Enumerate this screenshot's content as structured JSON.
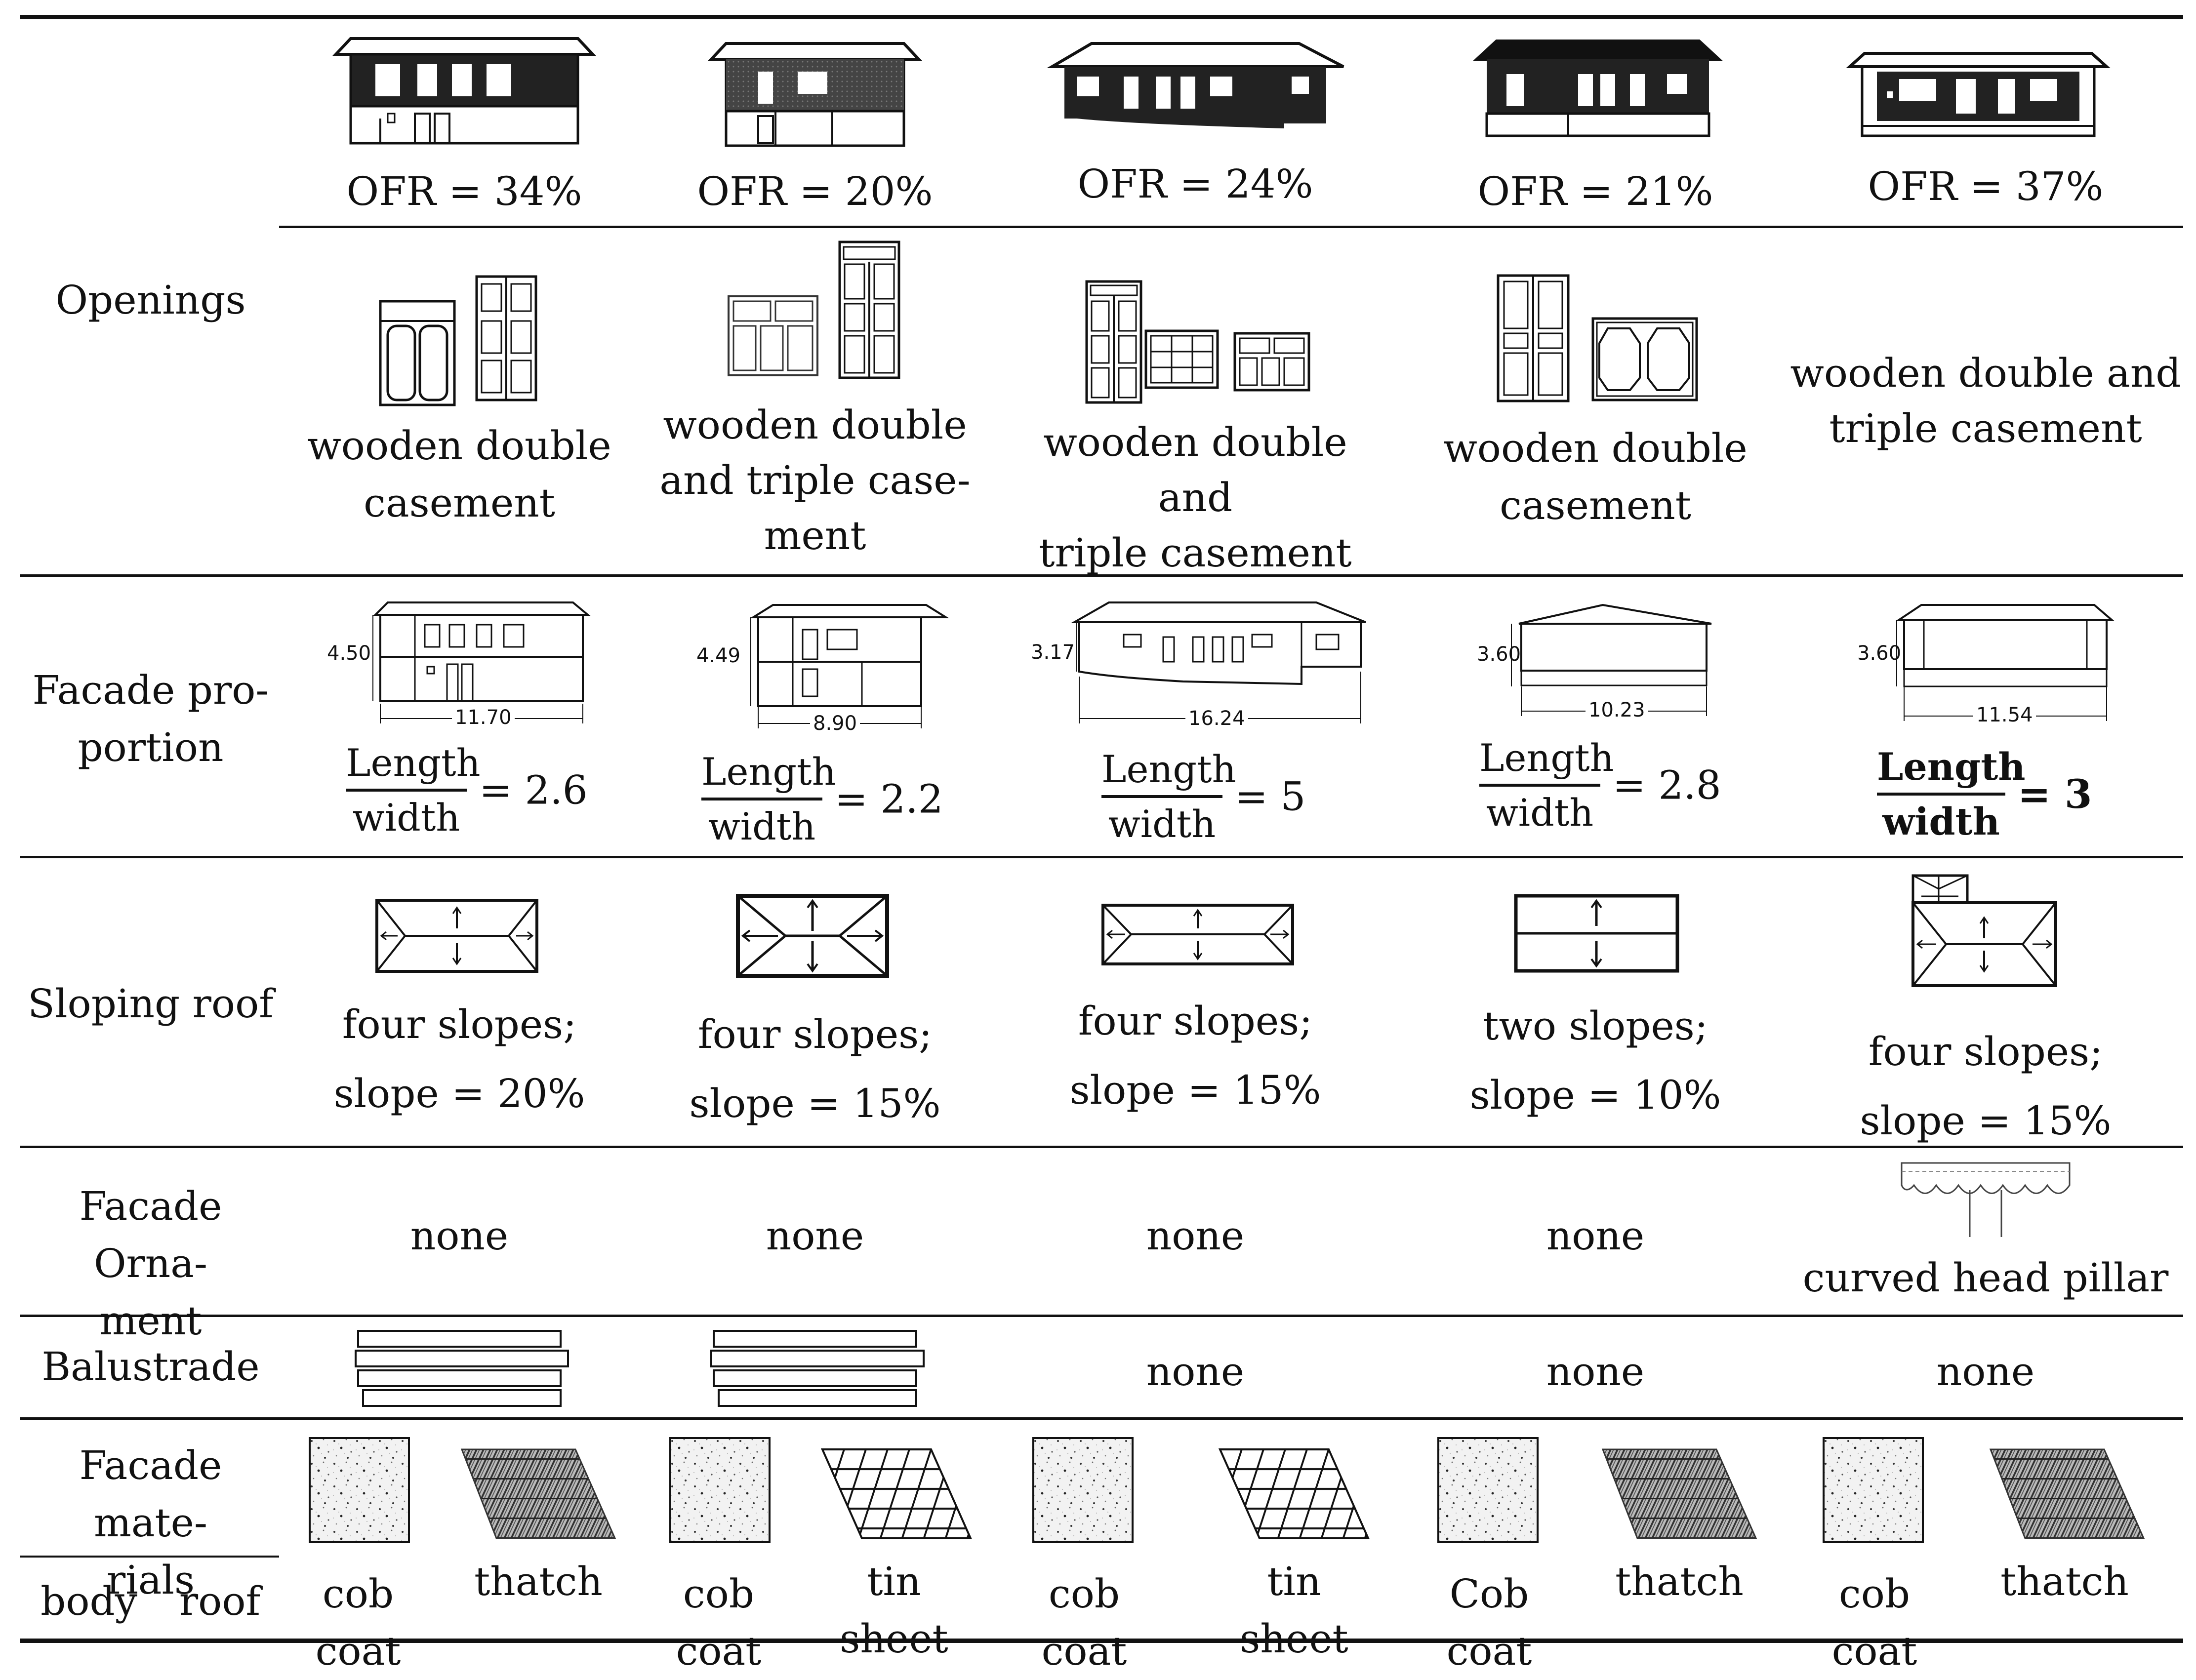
{
  "rows": {
    "openings": {
      "label": "Openings"
    },
    "facade_proportion": {
      "label": "Facade pro-\nportion"
    },
    "sloping_roof": {
      "label": "Sloping roof"
    },
    "facade_ornament": {
      "label": "Facade Orna-\nment"
    },
    "balustrade": {
      "label": "Balustrade"
    },
    "facade_materials": {
      "label": "Facade mate-\nrials",
      "sub_body": "body",
      "sub_roof": "roof"
    }
  },
  "columns": [
    {
      "ofr": "OFR = 34%",
      "openings_text": "wooden double\ncasement",
      "dims": {
        "height": "4.50",
        "length": "11.70"
      },
      "ratio": {
        "num": "Length",
        "den": "width",
        "eq": "= 2.6"
      },
      "roof": "four slopes;\nslope = 20%",
      "ornament": "none",
      "balustrade": "",
      "body_material": "cob coat",
      "roof_material": "thatch"
    },
    {
      "ofr": "OFR = 20%",
      "openings_text": "wooden double\nand triple case-\nment",
      "dims": {
        "height": "4.49",
        "length": "8.90"
      },
      "ratio": {
        "num": "Length",
        "den": "width",
        "eq": "= 2.2"
      },
      "roof": "four slopes;\nslope = 15%",
      "ornament": "none",
      "balustrade": "",
      "body_material": "cob coat",
      "roof_material": "tin sheet"
    },
    {
      "ofr": "OFR = 24%",
      "openings_text": "wooden double and\ntriple casement",
      "dims": {
        "height": "3.17",
        "length": "16.24"
      },
      "ratio": {
        "num": "Length",
        "den": "width",
        "eq": "= 5"
      },
      "roof": "four slopes;\nslope = 15%",
      "ornament": "none",
      "balustrade": "none",
      "body_material": "cob coat",
      "roof_material": "tin sheet"
    },
    {
      "ofr": "OFR = 21%",
      "openings_text": "wooden double\ncasement",
      "dims": {
        "height": "3.60",
        "length": "10.23"
      },
      "ratio": {
        "num": "Length",
        "den": "width",
        "eq": "= 2.8"
      },
      "roof": "two slopes;\nslope = 10%",
      "ornament": "none",
      "balustrade": "none",
      "body_material": "Cob coat",
      "roof_material": "thatch"
    },
    {
      "ofr": "OFR = 37%",
      "openings_text": "wooden double and\ntriple casement",
      "dims": {
        "height": "3.60",
        "length": "11.54"
      },
      "ratio": {
        "num": "Length",
        "den": "width",
        "eq": "= 3"
      },
      "roof": "four slopes;\nslope = 15%",
      "ornament": "curved head pillar",
      "balustrade": "none",
      "body_material": "cob coat",
      "roof_material": "thatch"
    }
  ]
}
